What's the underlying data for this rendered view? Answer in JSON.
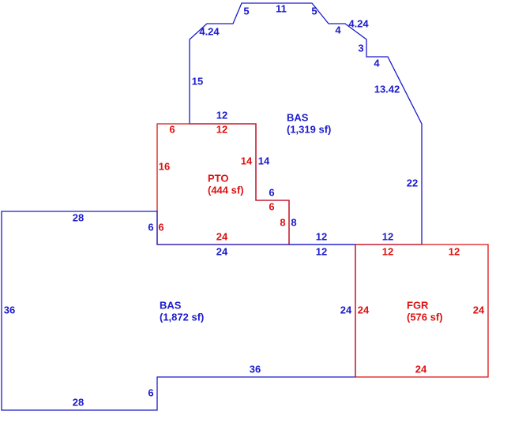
{
  "colors": {
    "bas": "#1a1acc",
    "red": "#dd1111"
  },
  "areas": {
    "bas_upper": {
      "name": "BAS",
      "size": "(1,319 sf)"
    },
    "pto": {
      "name": "PTO",
      "size": "(444 sf)"
    },
    "bas_lower": {
      "name": "BAS",
      "size": "(1,872 sf)"
    },
    "fgr": {
      "name": "FGR",
      "size": "(576 sf)"
    }
  },
  "dimensions": {
    "bas_upper": [
      "5",
      "11",
      "5",
      "4.24",
      "4.24",
      "4",
      "3",
      "4",
      "13.42",
      "15",
      "12",
      "22",
      "14",
      "6",
      "8",
      "12",
      "12"
    ],
    "pto": [
      "6",
      "12",
      "16",
      "14",
      "6",
      "8",
      "6",
      "24"
    ],
    "bas_lower": [
      "28",
      "6",
      "36",
      "24",
      "24",
      "12",
      "36",
      "6",
      "28"
    ],
    "fgr": [
      "12",
      "12",
      "24",
      "24",
      "24"
    ]
  }
}
